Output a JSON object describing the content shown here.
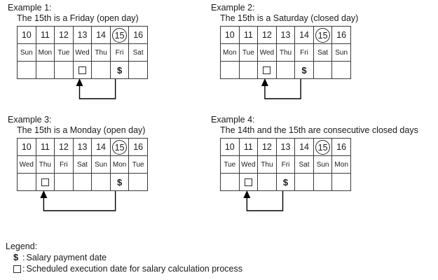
{
  "colors": {
    "closed_day_fill": "#fbdfe1",
    "grid_line": "#3a3a3a",
    "text": "#1a1a1a",
    "arrow": "#000000"
  },
  "examples": [
    {
      "id": "example-1",
      "title": "Example 1:",
      "subtitle": "The 15th is a Friday (open day)",
      "days": [
        "10",
        "11",
        "12",
        "13",
        "14",
        "15",
        "16"
      ],
      "weekdays": [
        "Sun",
        "Mon",
        "Tue",
        "Wed",
        "Thu",
        "Fri",
        "Sat"
      ],
      "closed_indices": [
        0,
        6
      ],
      "circled_index": 5,
      "square_index": 3,
      "money_index": 5,
      "arrow": {
        "from_index": 5,
        "to_index": 3
      }
    },
    {
      "id": "example-2",
      "title": "Example 2:",
      "subtitle": "The 15th is a Saturday (closed day)",
      "days": [
        "10",
        "11",
        "12",
        "13",
        "14",
        "15",
        "16"
      ],
      "weekdays": [
        "Mon",
        "Tue",
        "Wed",
        "Thu",
        "Fri",
        "Sat",
        "Sun"
      ],
      "closed_indices": [
        5,
        6
      ],
      "circled_index": 5,
      "square_index": 2,
      "money_index": 4,
      "arrow": {
        "from_index": 4,
        "to_index": 2
      }
    },
    {
      "id": "example-3",
      "title": "Example 3:",
      "subtitle": "The 15th is a Monday (open day)",
      "days": [
        "10",
        "11",
        "12",
        "13",
        "14",
        "15",
        "16"
      ],
      "weekdays": [
        "Wed",
        "Thu",
        "Fri",
        "Sat",
        "Sun",
        "Mon",
        "Tue"
      ],
      "closed_indices": [
        3,
        4
      ],
      "circled_index": 5,
      "square_index": 1,
      "money_index": 5,
      "arrow": {
        "from_index": 5,
        "to_index": 1
      }
    },
    {
      "id": "example-4",
      "title": "Example 4:",
      "subtitle": "The 14th and the 15th are consecutive closed days",
      "days": [
        "10",
        "11",
        "12",
        "13",
        "14",
        "15",
        "16"
      ],
      "weekdays": [
        "Tue",
        "Wed",
        "Thu",
        "Fri",
        "Sat",
        "Sun",
        "Mon"
      ],
      "closed_indices": [
        4,
        5
      ],
      "circled_index": 5,
      "square_index": 1,
      "money_index": 3,
      "arrow": {
        "from_index": 3,
        "to_index": 1
      }
    }
  ],
  "legend": {
    "title": "Legend:",
    "items": [
      {
        "key": "$",
        "separator": " : ",
        "text": "Salary payment date"
      },
      {
        "key": "□",
        "separator": ": ",
        "text": "Scheduled execution date for salary calculation process"
      }
    ]
  },
  "symbols": {
    "money": "$",
    "square": "□"
  }
}
